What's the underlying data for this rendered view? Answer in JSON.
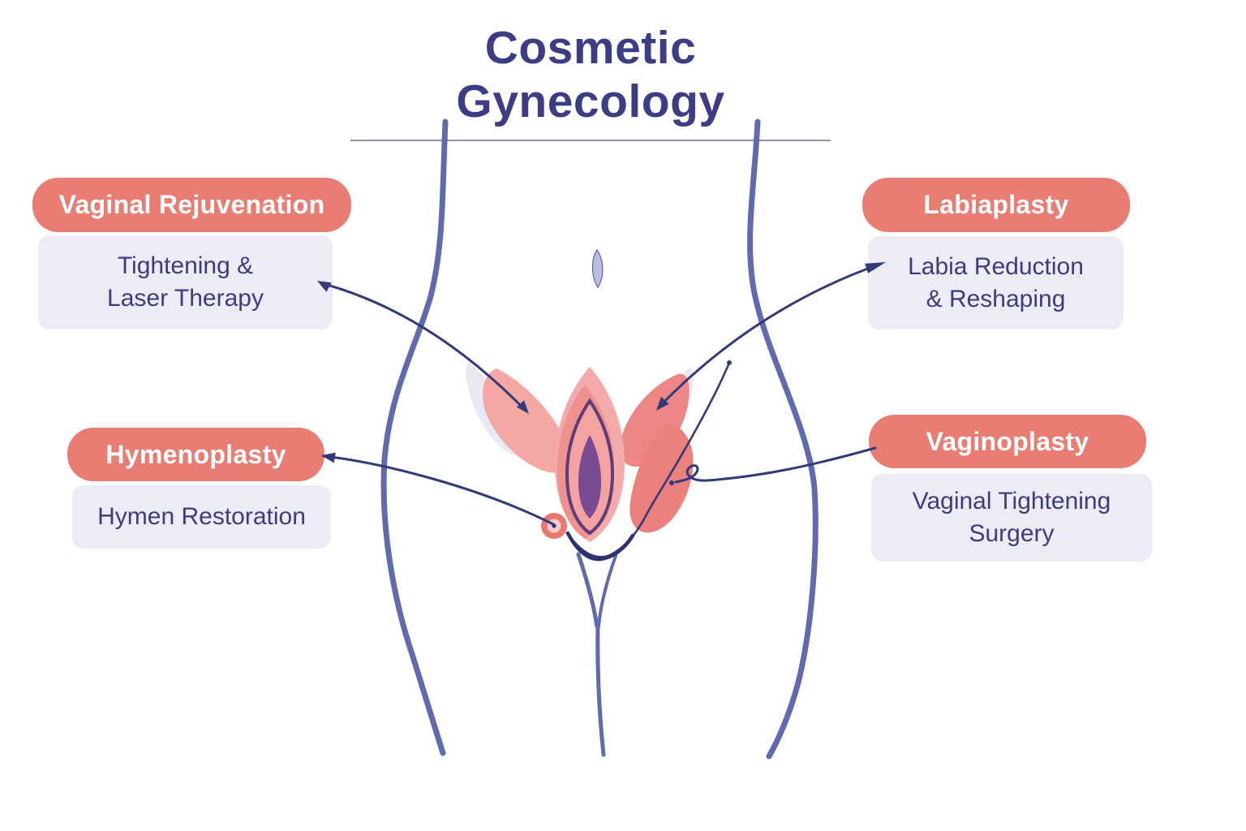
{
  "title": {
    "text": "Cosmetic Gynecology"
  },
  "labels": {
    "vaginal_rejuvenation": {
      "heading": "Vaginal Rejuvenation",
      "description": "Tightening &\nLaser Therapy"
    },
    "hymenoplasty": {
      "heading": "Hymenoplasty",
      "description": "Hymen Restoration"
    },
    "labiaplasty": {
      "heading": "Labiaplasty",
      "description": "Labia Reduction\n& Reshaping"
    },
    "vaginoplasty": {
      "heading": "Vaginoplasty",
      "description": "Vaginal Tightening\nSurgery"
    }
  },
  "illustration": {
    "description": "Stylized female lower-torso outline with central vulva anatomy artwork",
    "elements": [
      "body-contour",
      "navel",
      "labia-petals",
      "vulva",
      "clitoral-donut",
      "perineum-contour"
    ]
  },
  "colors": {
    "heading_bg": "#e97d74",
    "heading_text": "#ffffff",
    "note_bg": "#ebecf5",
    "note_text": "#3b3d7e",
    "title_color": "#3c3d85",
    "underline_color": "#9093b5",
    "connector_color": "#333a78",
    "body_line_color": "#5a64ab",
    "vulva_outer_pink": "#f3abaa",
    "vulva_mid_salmon": "#ef918e",
    "vulva_purple_outline": "#5f3c7a",
    "vulva_inner_purple": "#7b4b92",
    "petal_light_pink": "#f5a8a3",
    "petal_coral": "#ec8786",
    "gray_petal": "#e8e9f2"
  }
}
